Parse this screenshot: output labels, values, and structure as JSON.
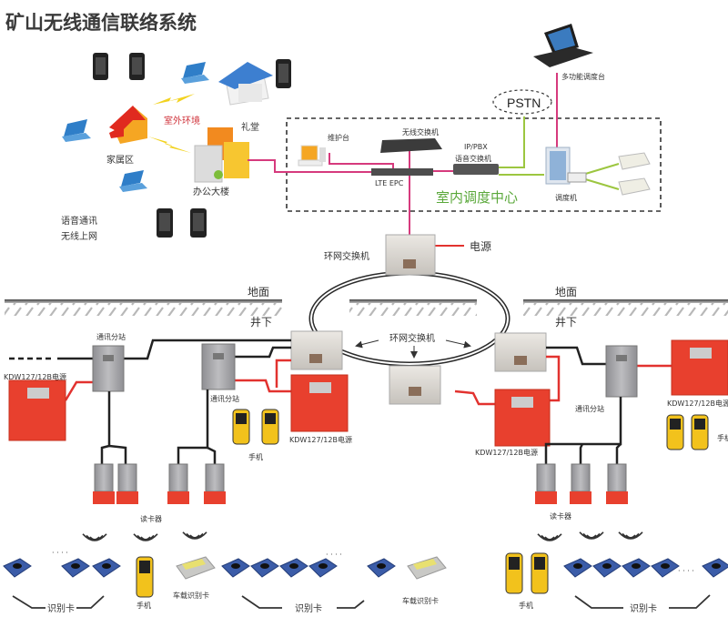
{
  "title": "矿山无线通信联络系统",
  "colors": {
    "ethernet_line": "#d63a7d",
    "voice_line": "#9cc640",
    "power_line": "#e2322f",
    "cable": "#2a2a2a",
    "power_box": "#e8402e",
    "switch_box": "#d9d6d0",
    "station_box": "#a9a9ab",
    "card": "#3b5ca8",
    "handset": "#f2c21c",
    "green_text": "#5aa83a",
    "red_text": "#d0343c"
  },
  "surface": {
    "outdoor_env": "室外环境",
    "hall": "礼堂",
    "family_area": "家属区",
    "office_building": "办公大楼",
    "services": [
      "语音通讯",
      "无线上网"
    ]
  },
  "dispatch_center": {
    "name": "室内调度中心",
    "maintenance": "维护台",
    "wireless_switch": "无线交换机",
    "lte_epc": "LTE EPC",
    "ippbx": "IP/PBX",
    "voice_switch": "语音交换机",
    "pstn": "PSTN",
    "multi_console": "多功能调度台",
    "dispatcher": "调度机"
  },
  "backbone": {
    "ring_switch_top": "环网交换机",
    "ring_switch_bottom": "环网交换机",
    "power": "电源",
    "ground": "地面",
    "underground": "井下"
  },
  "underground": {
    "station": "通讯分站",
    "power_supply": "KDW127/12B电源",
    "handset": "手机",
    "card_reader": "读卡器",
    "id_card": "识别卡",
    "vehicle_card": "车载识别卡",
    "ellipsis": "· · · ·"
  }
}
